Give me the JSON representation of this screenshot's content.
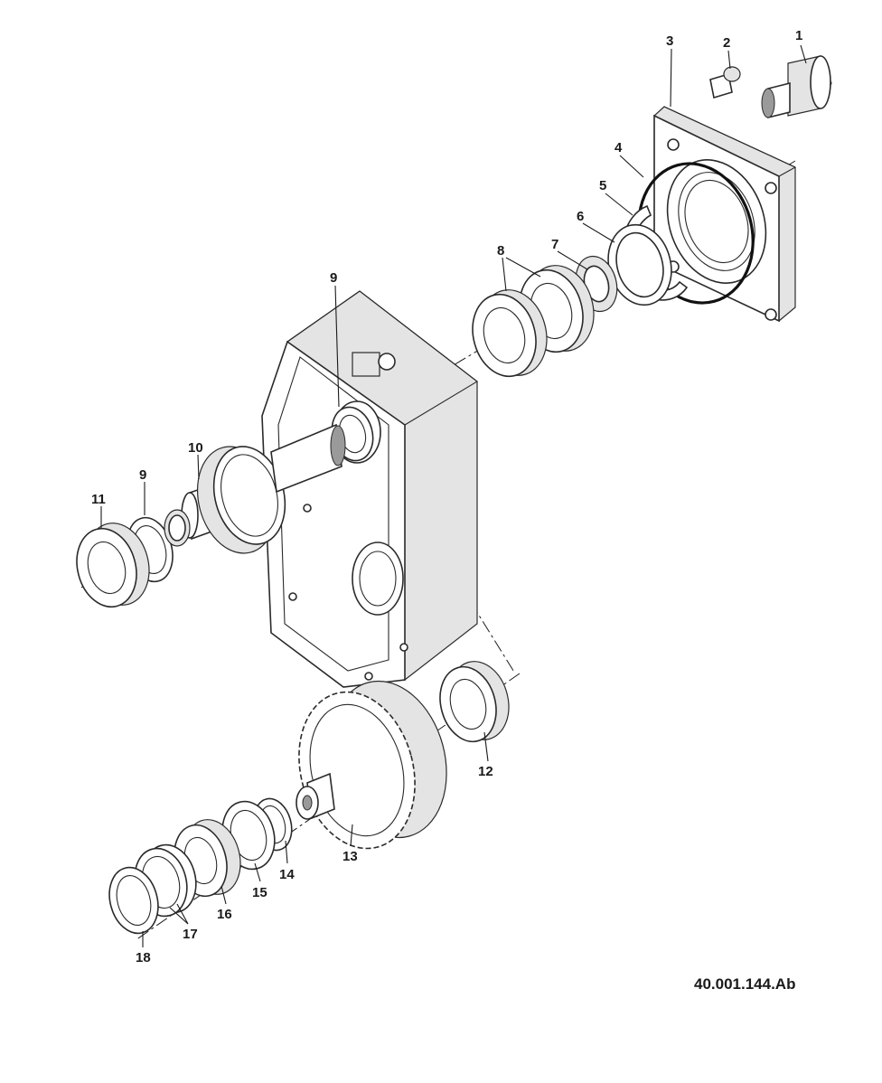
{
  "drawing_code": "40.001.144.Ab",
  "callouts": [
    {
      "id": "c1",
      "text": "1"
    },
    {
      "id": "c2",
      "text": "2"
    },
    {
      "id": "c3",
      "text": "3"
    },
    {
      "id": "c4",
      "text": "4"
    },
    {
      "id": "c5",
      "text": "5"
    },
    {
      "id": "c6",
      "text": "6"
    },
    {
      "id": "c7",
      "text": "7"
    },
    {
      "id": "c8",
      "text": "8"
    },
    {
      "id": "c9a",
      "text": "9"
    },
    {
      "id": "c9b",
      "text": "9"
    },
    {
      "id": "c10",
      "text": "10"
    },
    {
      "id": "c11",
      "text": "11"
    },
    {
      "id": "c12",
      "text": "12"
    },
    {
      "id": "c13",
      "text": "13"
    },
    {
      "id": "c14",
      "text": "14"
    },
    {
      "id": "c15",
      "text": "15"
    },
    {
      "id": "c16",
      "text": "16"
    },
    {
      "id": "c17",
      "text": "17"
    },
    {
      "id": "c18",
      "text": "18"
    }
  ]
}
